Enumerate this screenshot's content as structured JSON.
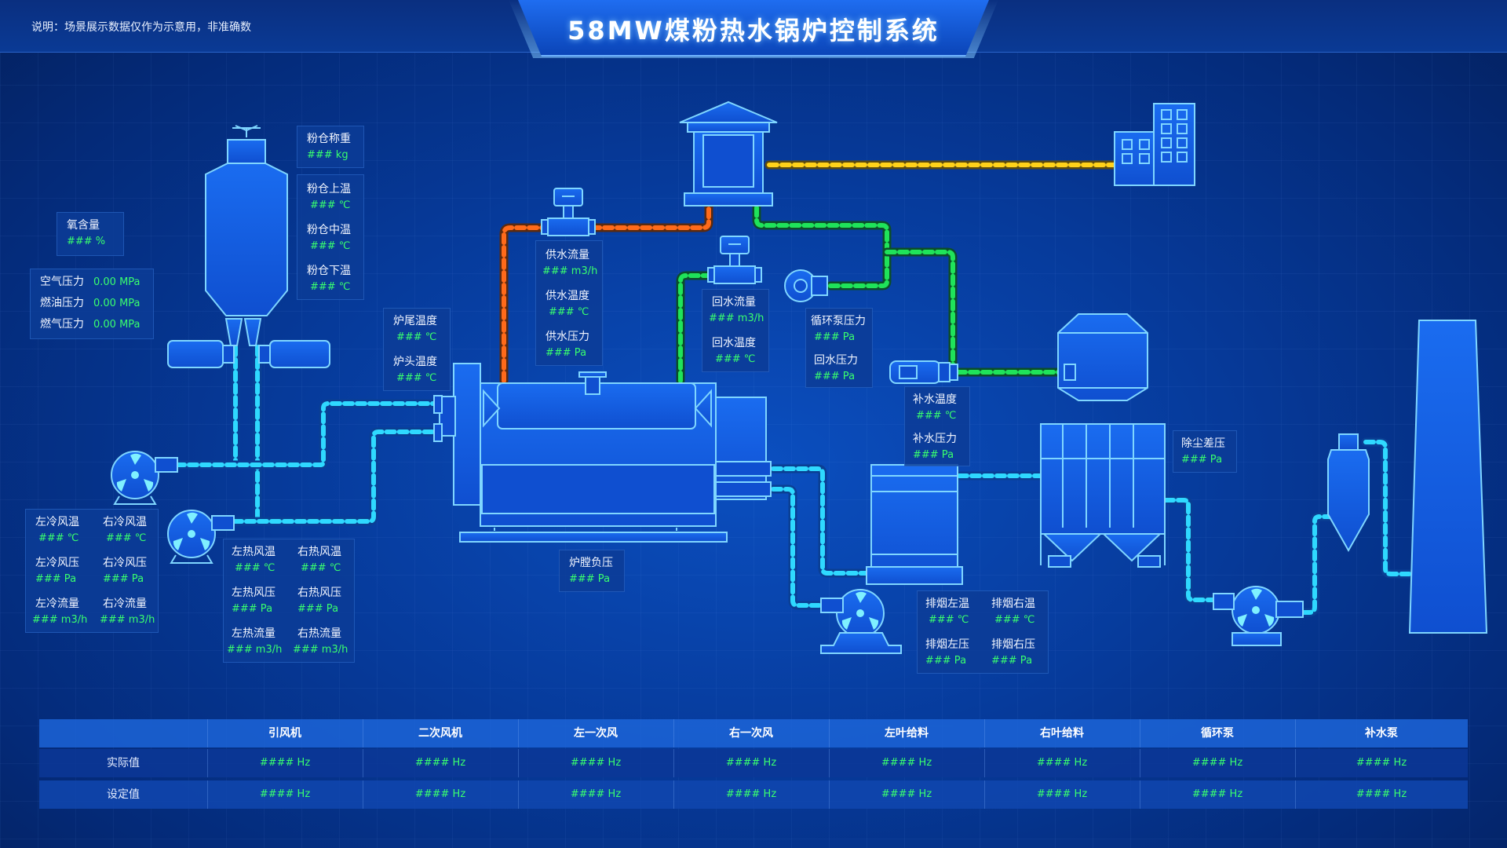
{
  "header": {
    "notice": "说明：场景展示数据仅作为示意用，非准确数",
    "title": "58MW煤粉热水锅炉控制系统"
  },
  "colors": {
    "value_green": "#39ff6e",
    "pipe_cyan": "#2fd9ff",
    "pipe_green": "#1fe35a",
    "pipe_orange": "#ff6a1a",
    "pipe_yellow": "#ffd21a",
    "equipment_fill": "#1460e0",
    "equipment_stroke": "#7fd6ff"
  },
  "icons": [
    "fan-icon",
    "building-icon",
    "house-icon",
    "valve-icon",
    "flowmeter-icon",
    "pump-icon",
    "motor-icon",
    "silo-icon",
    "chimney-icon",
    "cyclone-icon",
    "filter-icon",
    "tank-icon"
  ],
  "left": {
    "oxygen": {
      "label": "氧含量",
      "value": "### %"
    },
    "pressures": [
      {
        "label": "空气压力",
        "value": "0.00 MPa"
      },
      {
        "label": "燃油压力",
        "value": "0.00 MPa"
      },
      {
        "label": "燃气压力",
        "value": "0.00 MPa"
      }
    ],
    "silo_weight": {
      "label": "粉仓称重",
      "value": "### kg"
    },
    "silo_temps": [
      {
        "label": "粉仓上温",
        "value": "### ℃"
      },
      {
        "label": "粉仓中温",
        "value": "### ℃"
      },
      {
        "label": "粉仓下温",
        "value": "### ℃"
      }
    ],
    "cold_air": [
      {
        "label": "左冷风温",
        "value": "### ℃"
      },
      {
        "label": "右冷风温",
        "value": "### ℃"
      },
      {
        "label": "左冷风压",
        "value": "### Pa"
      },
      {
        "label": "右冷风压",
        "value": "### Pa"
      },
      {
        "label": "左冷流量",
        "value": "### m3/h"
      },
      {
        "label": "右冷流量",
        "value": "### m3/h"
      }
    ],
    "hot_air": [
      {
        "label": "左热风温",
        "value": "### ℃"
      },
      {
        "label": "右热风温",
        "value": "### ℃"
      },
      {
        "label": "左热风压",
        "value": "### Pa"
      },
      {
        "label": "右热风压",
        "value": "### Pa"
      },
      {
        "label": "左热流量",
        "value": "### m3/h"
      },
      {
        "label": "右热流量",
        "value": "### m3/h"
      }
    ]
  },
  "boiler": {
    "furnace_temps": [
      {
        "label": "炉尾温度",
        "value": "### ℃"
      },
      {
        "label": "炉头温度",
        "value": "### ℃"
      }
    ],
    "supply": [
      {
        "label": "供水流量",
        "value": "### m3/h"
      },
      {
        "label": "供水温度",
        "value": "### ℃"
      },
      {
        "label": "供水压力",
        "value": "### Pa"
      }
    ],
    "chamber_pressure": {
      "label": "炉膛负压",
      "value": "### Pa"
    }
  },
  "water": {
    "return": [
      {
        "label": "回水流量",
        "value": "### m3/h"
      },
      {
        "label": "回水温度",
        "value": "### ℃"
      }
    ],
    "circ_pump": [
      {
        "label": "循环泵压力",
        "value": "### Pa"
      },
      {
        "label": "回水压力",
        "value": "### Pa"
      }
    ],
    "makeup": [
      {
        "label": "补水温度",
        "value": "### ℃"
      },
      {
        "label": "补水压力",
        "value": "### Pa"
      }
    ]
  },
  "flue": {
    "exhaust": [
      {
        "label": "排烟左温",
        "value": "### ℃"
      },
      {
        "label": "排烟右温",
        "value": "### ℃"
      },
      {
        "label": "排烟左压",
        "value": "### Pa"
      },
      {
        "label": "排烟右压",
        "value": "### Pa"
      }
    ],
    "dust": {
      "label": "除尘差压",
      "value": "### Pa"
    }
  },
  "table": {
    "columns": [
      "引风机",
      "二次风机",
      "左一次风",
      "右一次风",
      "左叶给料",
      "右叶给料",
      "循环泵",
      "补水泵"
    ],
    "rows": [
      {
        "label": "实际值",
        "values": [
          "#### Hz",
          "#### Hz",
          "#### Hz",
          "#### Hz",
          "#### Hz",
          "#### Hz",
          "#### Hz",
          "#### Hz"
        ]
      },
      {
        "label": "设定值",
        "values": [
          "#### Hz",
          "#### Hz",
          "#### Hz",
          "#### Hz",
          "#### Hz",
          "#### Hz",
          "#### Hz",
          "#### Hz"
        ]
      }
    ]
  }
}
